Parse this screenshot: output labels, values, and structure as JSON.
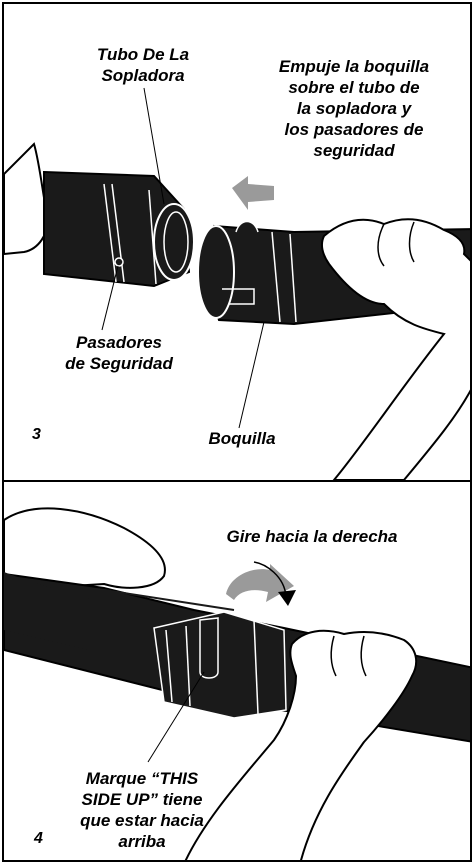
{
  "colors": {
    "tube": "#1a1a1a",
    "arrow": "#9a9a9a",
    "ink": "#000000",
    "paper": "#ffffff"
  },
  "step3": {
    "number": "3",
    "tube_label": [
      "Tubo De La",
      "Sopladora"
    ],
    "instruction": [
      "Empuje la boquilla",
      "sobre el tubo de",
      "la sopladora y",
      "los pasadores de",
      "seguridad"
    ],
    "pins_label": [
      "Pasadores",
      "de Seguridad"
    ],
    "nozzle_label": "Boquilla",
    "arrow_icon": "push-left-arrow-icon"
  },
  "step4": {
    "number": "4",
    "rotate_label": "Gire hacia la derecha",
    "mark_label": [
      "Marque “THIS",
      "SIDE UP”  tiene",
      "que estar hacia",
      "arriba"
    ],
    "arrow_icon": "rotate-clockwise-arrow-icon"
  }
}
